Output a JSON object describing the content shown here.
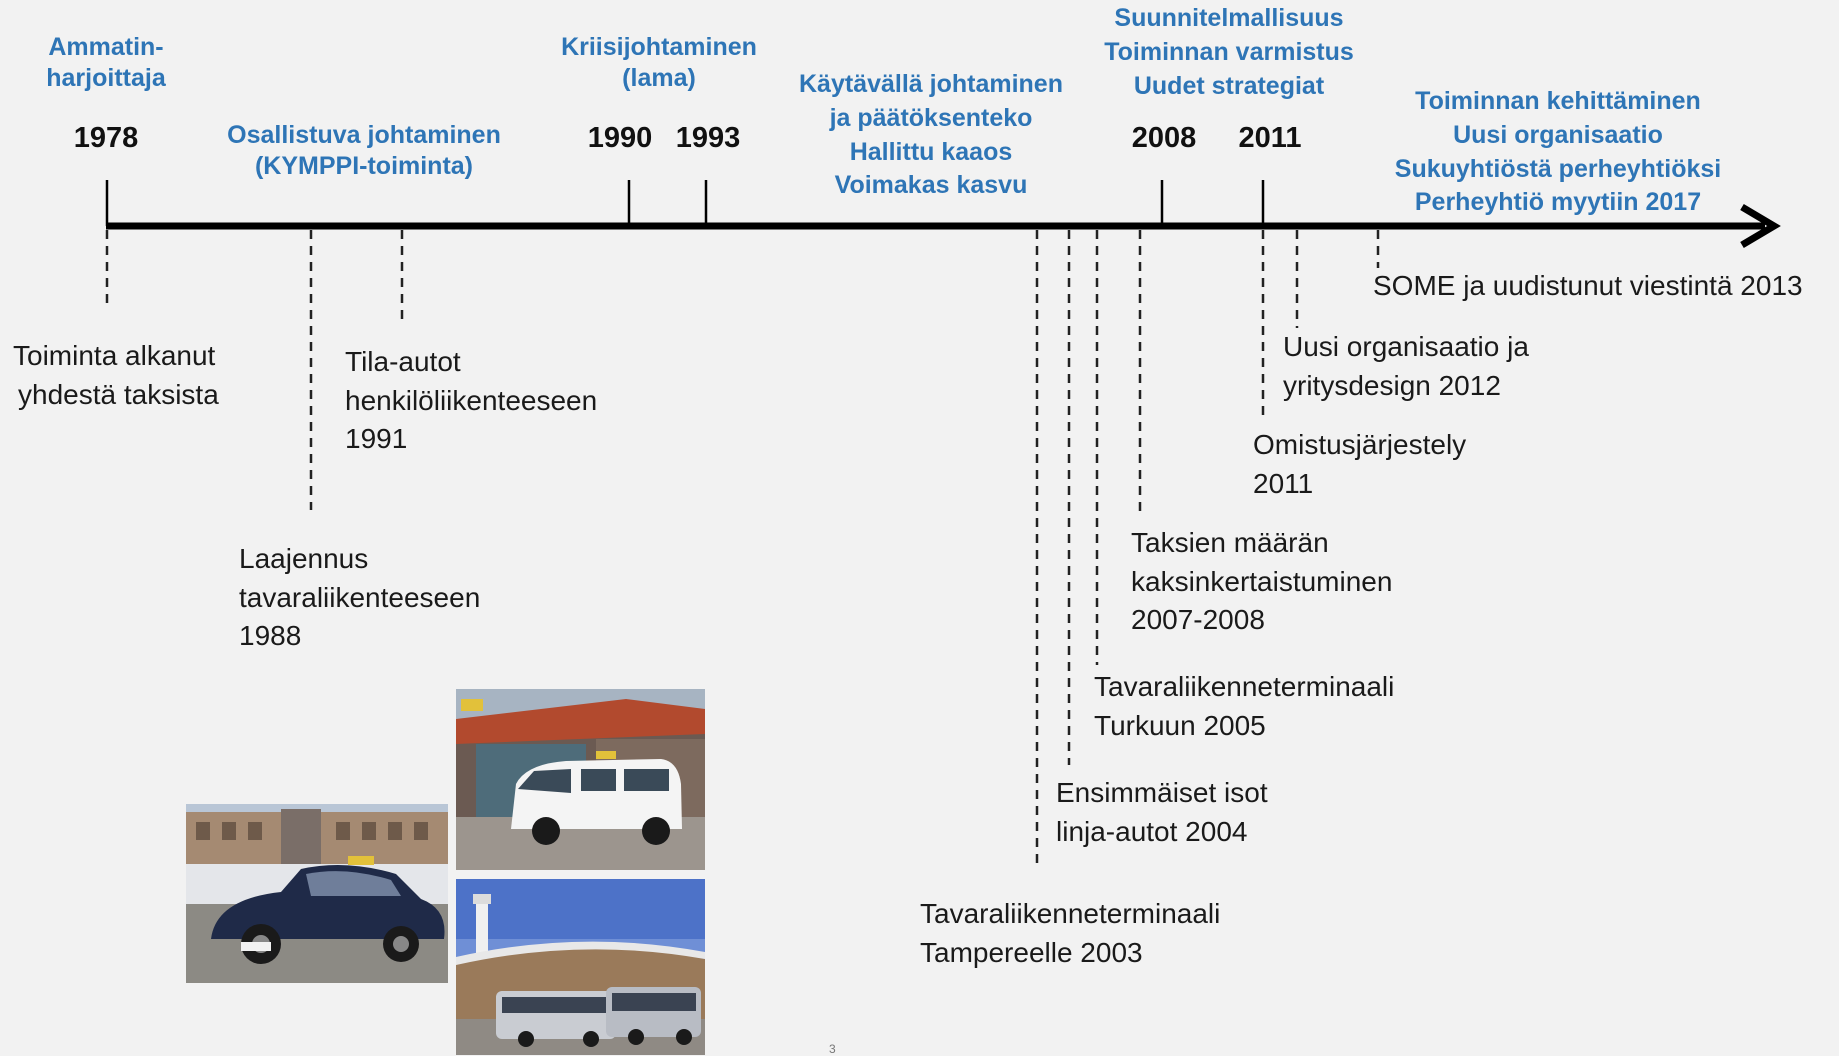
{
  "years": [
    {
      "id": "y1978",
      "label": "1978"
    },
    {
      "id": "y1990",
      "label": "1990"
    },
    {
      "id": "y1993",
      "label": "1993"
    },
    {
      "id": "y2008",
      "label": "2008"
    },
    {
      "id": "y2011",
      "label": "2011"
    }
  ],
  "periods": {
    "ammatinharjoittaja": [
      "Ammatin-",
      "harjoittaja"
    ],
    "osallistuva": [
      "Osallistuva johtaminen",
      "(KYMPPI-toiminta)"
    ],
    "kriisi": [
      "Kriisijohtaminen",
      "(lama)"
    ],
    "kaytava": [
      "Käytävällä johtaminen",
      "ja päätöksenteko",
      "Hallittu kaaos",
      "Voimakas kasvu"
    ],
    "suunnitelma": [
      "Suunnitelmallisuus",
      "Toiminnan varmistus",
      "Uudet strategiat"
    ],
    "kehittaminen": [
      "Toiminnan kehittäminen",
      "Uusi organisaatio",
      "Sukuyhtiöstä perheyhtiöksi",
      "Perheyhtiö myytiin 2017"
    ]
  },
  "events": {
    "toiminta": [
      "Toiminta alkanut",
      "yhdestä taksista"
    ],
    "laajennus": [
      "Laajennus",
      "tavaraliikenteeseen",
      "1988"
    ],
    "tila": [
      "Tila-autot",
      "henkilöliikenteeseen",
      "1991"
    ],
    "tampere": [
      "Tavaraliikenneterminaali",
      "Tampereelle 2003"
    ],
    "linja": [
      "Ensimmäiset isot",
      "linja-autot 2004"
    ],
    "turku": [
      "Tavaraliikenneterminaali",
      "Turkuun 2005"
    ],
    "taksit": [
      "Taksien määrän",
      "kaksinkertaistuminen",
      "2007-2008"
    ],
    "omistus": [
      "Omistusjärjestely",
      "2011"
    ],
    "organisaatio": [
      "Uusi organisaatio ja",
      "yritysdesign 2012"
    ],
    "some": [
      "SOME ja uudistunut viestintä 2013"
    ]
  },
  "page_number": "3",
  "colors": {
    "accent": "#2e75b6",
    "axis": "#000000",
    "background": "#f2f2f2"
  }
}
